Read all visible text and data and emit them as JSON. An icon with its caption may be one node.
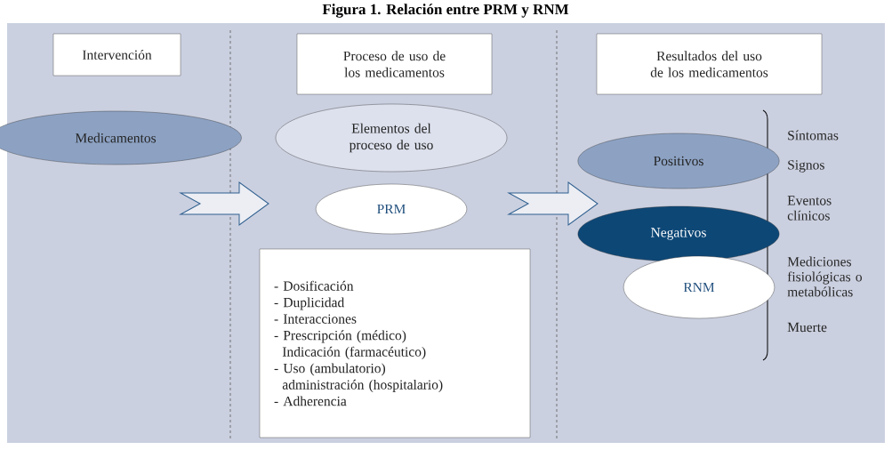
{
  "diagram": {
    "title": "Figura 1. Relación entre PRM y RNM",
    "nodes": [
      {
        "text": [
          "Intervención"
        ]
      },
      {
        "text": [
          "Proceso de uso de los medicamentos"
        ]
      },
      {
        "text": [
          "Resultados del uso de los medicamentos"
        ]
      },
      {
        "text": [
          "Medicamentos"
        ]
      },
      {
        "text": [
          "Elementos del proceso de uso"
        ]
      },
      {
        "text": [
          "PRM"
        ]
      },
      {
        "text": [
          "- Dosificación",
          "- Duplicidad",
          "- Interacciones",
          "- Prescripción (médico) Indicación (farmacéutico)",
          "- Uso (ambulatorio) administración (hospitalario)",
          "- Adherencia"
        ]
      },
      {
        "text": [
          "Positivos"
        ]
      },
      {
        "text": [
          "Negativos"
        ]
      },
      {
        "text": [
          "RNM"
        ]
      }
    ],
    "edges": [
      {
        "from": 3,
        "to": 5,
        "arrow": "to"
      },
      {
        "from": 5,
        "to": 7,
        "arrow": "to"
      },
      {
        "from": 5,
        "to": 8,
        "arrow": "to"
      }
    ],
    "labels": [
      "Síntomas",
      "Signos",
      "Eventos clínicos",
      "Mediciones fisiológicas o metabólicas",
      "Muerte"
    ]
  }
}
